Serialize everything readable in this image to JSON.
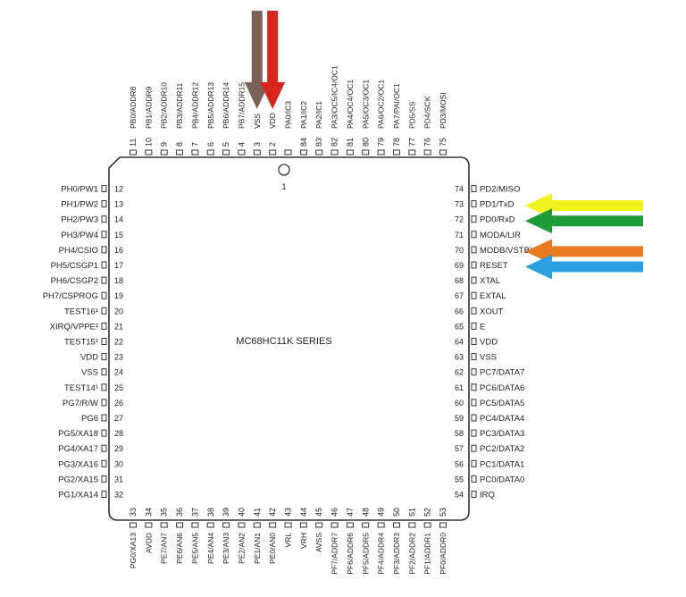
{
  "chip": {
    "label": "MC68HC11K SERIES",
    "pin1_label": "1"
  },
  "pins": {
    "top": [
      {
        "num": "11",
        "name": "PB0/ADDR8"
      },
      {
        "num": "10",
        "name": "PB1/ADDR9"
      },
      {
        "num": "9",
        "name": "PB2/ADDR10"
      },
      {
        "num": "8",
        "name": "PB3/ADDR11"
      },
      {
        "num": "7",
        "name": "PB4/ADDR12"
      },
      {
        "num": "6",
        "name": "PB5/ADDR13"
      },
      {
        "num": "5",
        "name": "PB6/ADDR14"
      },
      {
        "num": "4",
        "name": "PB7/ADDR15"
      },
      {
        "num": "3",
        "name": "VSS"
      },
      {
        "num": "2",
        "name": "VDD"
      },
      {
        "num": "",
        "name": "PA0/IC3"
      },
      {
        "num": "84",
        "name": "PA1/IC2"
      },
      {
        "num": "83",
        "name": "PA2/IC1"
      },
      {
        "num": "82",
        "name": "PA3/OC5/IC4/OC1"
      },
      {
        "num": "81",
        "name": "PA4/OC4/OC1"
      },
      {
        "num": "80",
        "name": "PA5/OC3/OC1"
      },
      {
        "num": "79",
        "name": "PA6/OC2/OC1"
      },
      {
        "num": "78",
        "name": "PA7/PAI/OC1"
      },
      {
        "num": "77",
        "name": "PD5/SS"
      },
      {
        "num": "76",
        "name": "PD4/SCK"
      },
      {
        "num": "75",
        "name": "PD3/MOSI"
      }
    ],
    "left": [
      {
        "num": "12",
        "name": "PH0/PW1"
      },
      {
        "num": "13",
        "name": "PH1/PW2"
      },
      {
        "num": "14",
        "name": "PH2/PW3"
      },
      {
        "num": "15",
        "name": "PH3/PW4"
      },
      {
        "num": "16",
        "name": "PH4/CSIO"
      },
      {
        "num": "17",
        "name": "PH5/CSGP1"
      },
      {
        "num": "18",
        "name": "PH6/CSGP2"
      },
      {
        "num": "19",
        "name": "PH7/CSPROG"
      },
      {
        "num": "20",
        "name": "TEST16¹"
      },
      {
        "num": "21",
        "name": "XIRQ/VPPE²"
      },
      {
        "num": "22",
        "name": "TEST15¹"
      },
      {
        "num": "23",
        "name": "VDD"
      },
      {
        "num": "24",
        "name": "VSS"
      },
      {
        "num": "25",
        "name": "TEST14¹"
      },
      {
        "num": "26",
        "name": "PG7/R/W"
      },
      {
        "num": "27",
        "name": "PG6"
      },
      {
        "num": "28",
        "name": "PG5/XA18"
      },
      {
        "num": "29",
        "name": "PG4/XA17"
      },
      {
        "num": "30",
        "name": "PG3/XA16"
      },
      {
        "num": "31",
        "name": "PG2/XA15"
      },
      {
        "num": "32",
        "name": "PG1/XA14"
      }
    ],
    "right": [
      {
        "num": "74",
        "name": "PD2/MISO"
      },
      {
        "num": "73",
        "name": "PD1/TxD"
      },
      {
        "num": "72",
        "name": "PD0/RxD"
      },
      {
        "num": "71",
        "name": "MODA/LIR"
      },
      {
        "num": "70",
        "name": "MODB/VSTBY"
      },
      {
        "num": "69",
        "name": "RESET"
      },
      {
        "num": "68",
        "name": "XTAL"
      },
      {
        "num": "67",
        "name": "EXTAL"
      },
      {
        "num": "66",
        "name": "XOUT"
      },
      {
        "num": "65",
        "name": "E"
      },
      {
        "num": "64",
        "name": "VDD"
      },
      {
        "num": "63",
        "name": "VSS"
      },
      {
        "num": "62",
        "name": "PC7/DATA7"
      },
      {
        "num": "61",
        "name": "PC6/DATA6"
      },
      {
        "num": "60",
        "name": "PC5/DATA5"
      },
      {
        "num": "59",
        "name": "PC4/DATA4"
      },
      {
        "num": "58",
        "name": "PC3/DATA3"
      },
      {
        "num": "57",
        "name": "PC2/DATA2"
      },
      {
        "num": "56",
        "name": "PC1/DATA1"
      },
      {
        "num": "55",
        "name": "PC0/DATA0"
      },
      {
        "num": "54",
        "name": "IRQ"
      }
    ],
    "bottom": [
      {
        "num": "33",
        "name": "PG0/XA13"
      },
      {
        "num": "34",
        "name": "AVDD"
      },
      {
        "num": "35",
        "name": "PE7/AN7"
      },
      {
        "num": "36",
        "name": "PE6/AN6"
      },
      {
        "num": "37",
        "name": "PE5/AN5"
      },
      {
        "num": "38",
        "name": "PE4/AN4"
      },
      {
        "num": "39",
        "name": "PE3/AN3"
      },
      {
        "num": "40",
        "name": "PE2/AN2"
      },
      {
        "num": "41",
        "name": "PE1/AN1"
      },
      {
        "num": "42",
        "name": "PE0/AN0"
      },
      {
        "num": "43",
        "name": "VRL"
      },
      {
        "num": "44",
        "name": "VRH"
      },
      {
        "num": "45",
        "name": "AVSS"
      },
      {
        "num": "46",
        "name": "PF7/ADDR7"
      },
      {
        "num": "47",
        "name": "PF6/ADDR6"
      },
      {
        "num": "48",
        "name": "PF5/ADDR5"
      },
      {
        "num": "49",
        "name": "PF4/ADDR4"
      },
      {
        "num": "50",
        "name": "PF3/ADDR3"
      },
      {
        "num": "51",
        "name": "PF2/ADDR2"
      },
      {
        "num": "52",
        "name": "PF1/ADDR1"
      },
      {
        "num": "53",
        "name": "PF0/ADDR0"
      }
    ]
  },
  "arrows": [
    {
      "id": "vss",
      "color": "#7a6258",
      "side": "top",
      "pin": 8
    },
    {
      "id": "vdd",
      "color": "#d8261c",
      "side": "top",
      "pin": 9
    },
    {
      "id": "txd",
      "color": "#f2f21c",
      "side": "right",
      "pin": 1
    },
    {
      "id": "rxd",
      "color": "#1e9a38",
      "side": "right",
      "pin": 2
    },
    {
      "id": "modb",
      "color": "#e87a22",
      "side": "right",
      "pin": 4
    },
    {
      "id": "reset",
      "color": "#2a9ee0",
      "side": "right",
      "pin": 5
    }
  ]
}
